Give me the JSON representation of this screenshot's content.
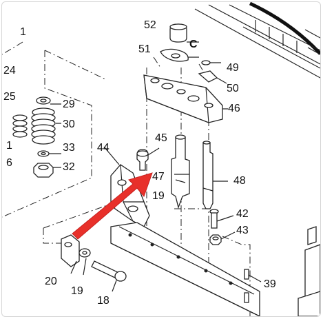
{
  "diagram": {
    "labels": [
      {
        "id": "l1",
        "text": "1"
      },
      {
        "id": "l24",
        "text": "24"
      },
      {
        "id": "l25",
        "text": "25"
      },
      {
        "id": "l29",
        "text": "29"
      },
      {
        "id": "l30",
        "text": "30"
      },
      {
        "id": "l1b",
        "text": "1"
      },
      {
        "id": "l33",
        "text": "33"
      },
      {
        "id": "l6",
        "text": "6"
      },
      {
        "id": "l32",
        "text": "32"
      },
      {
        "id": "l52",
        "text": "52"
      },
      {
        "id": "l51",
        "text": "51"
      },
      {
        "id": "lC",
        "text": "C"
      },
      {
        "id": "l49",
        "text": "49"
      },
      {
        "id": "l50",
        "text": "50"
      },
      {
        "id": "l46",
        "text": "46"
      },
      {
        "id": "l44",
        "text": "44"
      },
      {
        "id": "l45",
        "text": "45"
      },
      {
        "id": "l47",
        "text": "47"
      },
      {
        "id": "l19a",
        "text": "19"
      },
      {
        "id": "l48",
        "text": "48"
      },
      {
        "id": "l42",
        "text": "42"
      },
      {
        "id": "l43",
        "text": "43"
      },
      {
        "id": "l20",
        "text": "20"
      },
      {
        "id": "l19b",
        "text": "19"
      },
      {
        "id": "l18",
        "text": "18"
      },
      {
        "id": "l39",
        "text": "39"
      }
    ],
    "arrow_color": "#e8302a"
  }
}
